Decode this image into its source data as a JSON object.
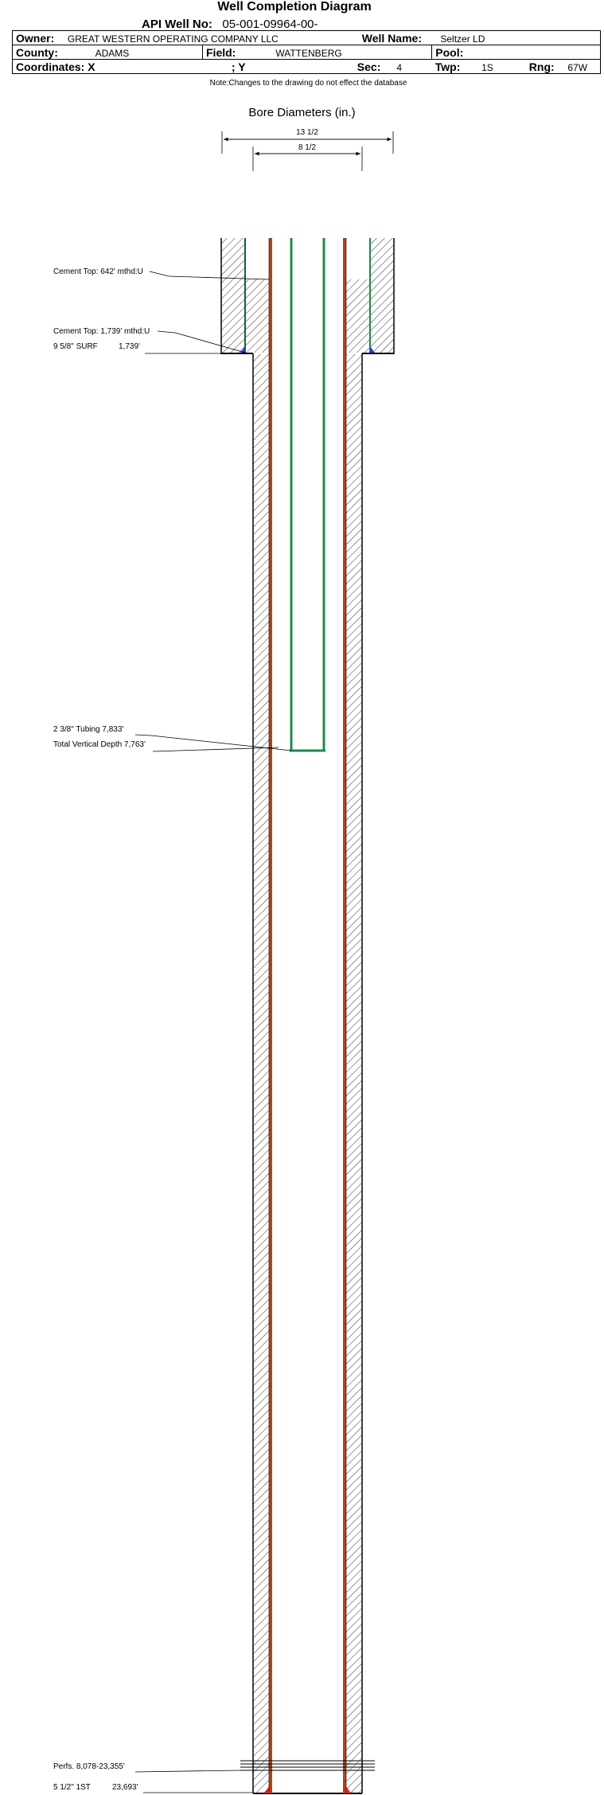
{
  "header": {
    "title": "Well Completion Diagram",
    "api_label": "API Well No:",
    "api_value": "05-001-09964-00-",
    "owner_label": "Owner:",
    "owner_value": "GREAT WESTERN OPERATING COMPANY LLC",
    "well_name_label": "Well Name:",
    "well_name_value": "Seltzer LD",
    "county_label": "County:",
    "county_value": "ADAMS",
    "field_label": "Field:",
    "field_value": "WATTENBERG",
    "pool_label": "Pool:",
    "pool_value": "",
    "coordinates_label": "Coordinates: X",
    "y_label": "; Y",
    "sec_label": "Sec:",
    "sec_value": "4",
    "twp_label": "Twp:",
    "twp_value": "1S",
    "rng_label": "Rng:",
    "rng_value": "67W",
    "note": "Note:Changes to the drawing do not effect the database"
  },
  "bore_diameters": {
    "title": "Bore Diameters (in.)",
    "outer": "13 1/2",
    "inner": "8 1/2"
  },
  "annotations": {
    "cement_top_1": "Cement Top: 642' mthd:U",
    "cement_top_2": "Cement Top: 1,739' mthd:U",
    "surface_casing_size": "9 5/8\" SURF",
    "surface_casing_depth": "1,739'",
    "tubing": "2 3/8\" Tubing 7,833'",
    "tvd": "Total Vertical Depth 7,763'",
    "perfs": "Perfs. 8,078-23,355'",
    "prod_casing_size": "5 1/2\" 1ST",
    "prod_casing_depth": "23,693'"
  },
  "colors": {
    "tubing": "#1e8a4c",
    "casing": "#b5421a",
    "cement_marker": "#1f3fd6",
    "perf_marker": "#d62020",
    "hatch": "#000000"
  }
}
